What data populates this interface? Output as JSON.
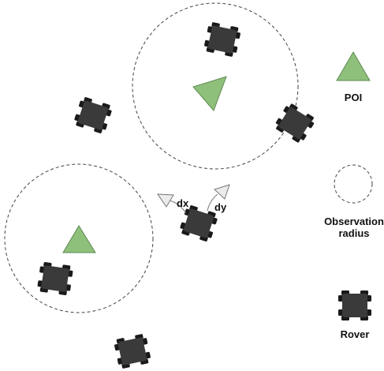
{
  "colors": {
    "poi_fill": "#8ec07c",
    "poi_stroke": "#5e8a50",
    "rover_body": "#3a3a3a",
    "rover_wheel": "#1a1a1a",
    "circle_stroke": "#444444",
    "arrow_fill": "#ececec",
    "arrow_stroke": "#777777"
  },
  "labels": {
    "dx": "dx",
    "dy": "dy",
    "legend_poi": "POI",
    "legend_observation_line1": "Observation",
    "legend_observation_line2": "radius",
    "legend_rover": "Rover"
  },
  "icons": [
    "rover-icon",
    "poi-triangle-icon",
    "observation-radius-circle",
    "arrow-icon"
  ]
}
